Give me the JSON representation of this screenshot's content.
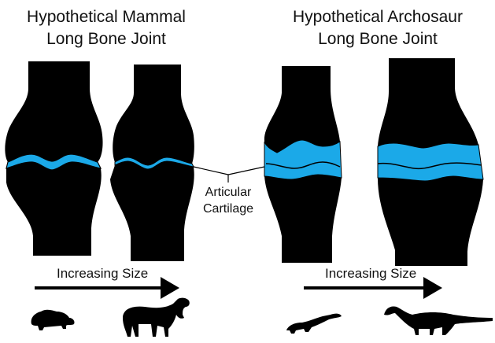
{
  "titles": {
    "mammal_line1": "Hypothetical Mammal",
    "mammal_line2": "Long Bone Joint",
    "archosaur_line1": "Hypothetical Archosaur",
    "archosaur_line2": "Long Bone Joint"
  },
  "labels": {
    "cartilage_line1": "Articular",
    "cartilage_line2": "Cartilage",
    "increasing_size_left": "Increasing Size",
    "increasing_size_right": "Increasing Size"
  },
  "colors": {
    "bone": "#000000",
    "cartilage": "#1ba9e8",
    "text": "#111111"
  }
}
